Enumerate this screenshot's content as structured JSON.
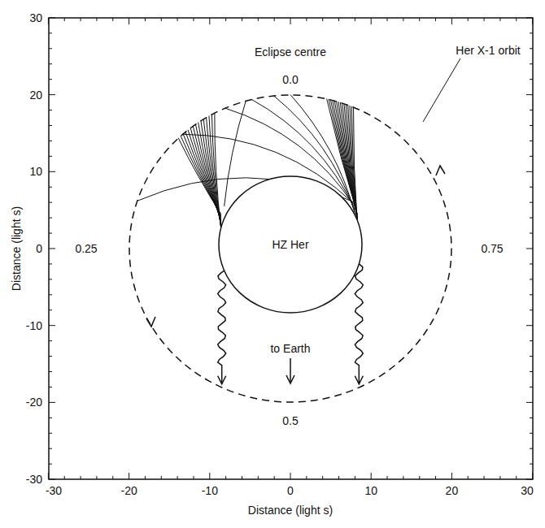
{
  "diagram": {
    "nodes": [
      {
        "text": [
          "HZ Her"
        ]
      }
    ],
    "labels": [
      "Eclipse centre",
      "0.0",
      "Her X-1 orbit",
      "0.25",
      "0.75",
      "to Earth",
      "0.5",
      "30",
      "20",
      "10",
      "0",
      "-10",
      "-20",
      "-30",
      "Distance (light s)",
      "-30",
      "-20",
      "-10",
      "0",
      "10",
      "20",
      "30",
      "Distance (light s)"
    ]
  }
}
